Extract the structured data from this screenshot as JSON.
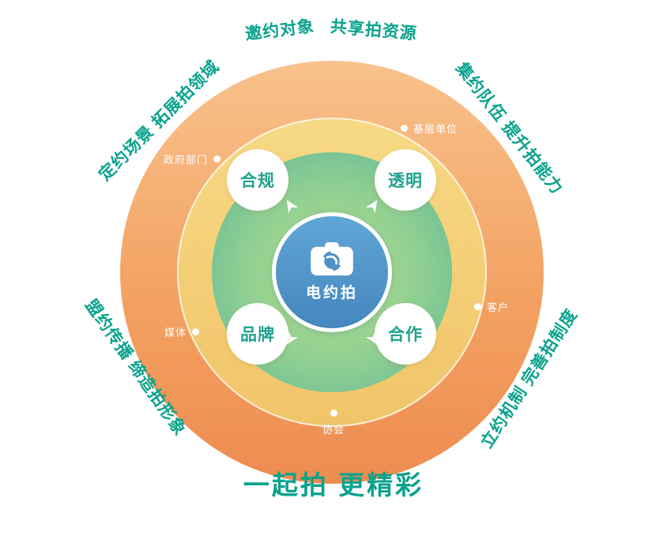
{
  "colors": {
    "teal": "#09a28d",
    "orange_light": "#f8c28c",
    "orange_dark": "#ee8c50",
    "yellow_light": "#f7d985",
    "yellow_dark": "#f1c469",
    "green_outer": "#57b49a",
    "green_inner": "#b8e08e",
    "blue_light": "#61a7d6",
    "blue_dark": "#4586be",
    "white": "#ffffff"
  },
  "center": {
    "icon": "camera-swirl-icon",
    "title": "电约拍"
  },
  "satellites": [
    {
      "label": "合规"
    },
    {
      "label": "透明"
    },
    {
      "label": "品牌"
    },
    {
      "label": "合作"
    }
  ],
  "ring_labels": [
    {
      "label": "政府部门"
    },
    {
      "label": "基层单位"
    },
    {
      "label": "媒体"
    },
    {
      "label": "客户"
    },
    {
      "label": "协会"
    }
  ],
  "outer_texts": {
    "top_left": "定约场景 拓展拍领域",
    "top_first": "邀约对象",
    "top_second": "共享拍资源",
    "top_right": "集约队伍 提升拍能力",
    "bottom_left": "盟约传播 缔造拍形象",
    "bottom_right": "立约机制 完善拍制度"
  },
  "slogan": "一起拍 更精彩"
}
